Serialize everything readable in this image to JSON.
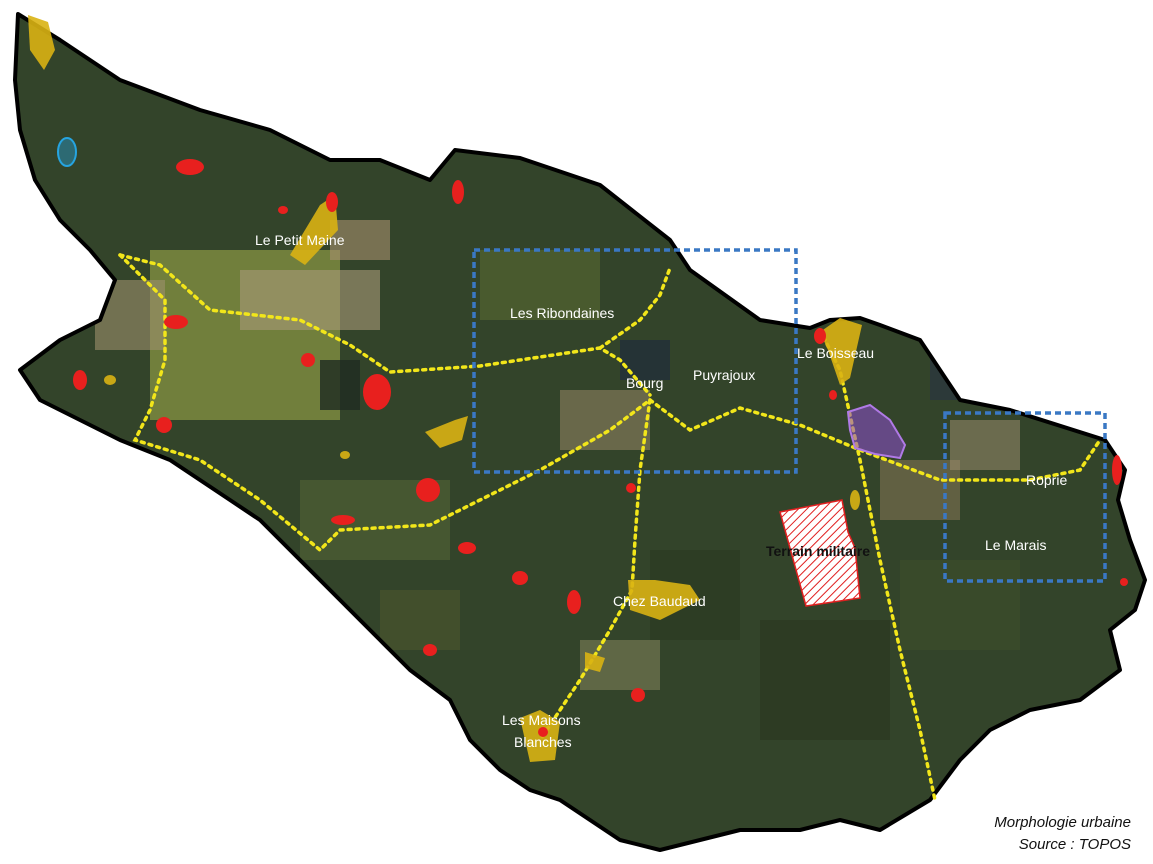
{
  "colors": {
    "outline": "#000000",
    "forest": "#33442a",
    "field": "#6a7a3c",
    "route": "#f2e61a",
    "village_zone": "#3a78c4",
    "hamlet_red": "#e8201e",
    "hamlet_yellow": "#d9b313",
    "activity_purple": "#8e4fd0",
    "military_hatch": "#e02020",
    "water": "#26a4e0"
  },
  "labels": {
    "le_petit_maine": "Le Petit Maine",
    "les_ribondaines": "Les Ribondaines",
    "le_boisseau": "Le Boisseau",
    "bourg": "Bourg",
    "puyrajoux": "Puyrajoux",
    "roprie": "Roprie",
    "le_marais": "Le Marais",
    "terrain_militaire": "Terrain militaire",
    "chez_baudaud": "Chez Baudaud",
    "les_maisons": "Les Maisons",
    "blanches": "Blanches"
  },
  "caption": {
    "line1": "Morphologie urbaine",
    "line2": "Source : TOPOS"
  }
}
